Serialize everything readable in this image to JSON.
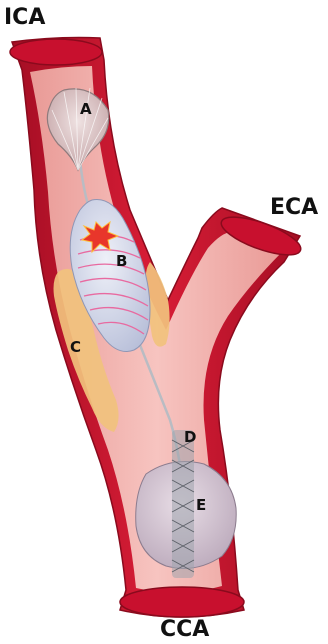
{
  "vessel_labels": {
    "ica": "ICA",
    "eca": "ECA",
    "cca": "CCA"
  },
  "component_labels": {
    "a": "A",
    "b": "B",
    "c": "C",
    "d": "D",
    "e": "E"
  },
  "colors": {
    "vessel_wall": "#c8102e",
    "vessel_wall_dark": "#9e0b22",
    "lumen": "#f4b3b0",
    "plaque": "#f1c27d",
    "balloon": "#cfd6ec",
    "coil": "#e86aa0",
    "guidewire": "#b9bcc3",
    "burst": "#e8362b"
  }
}
